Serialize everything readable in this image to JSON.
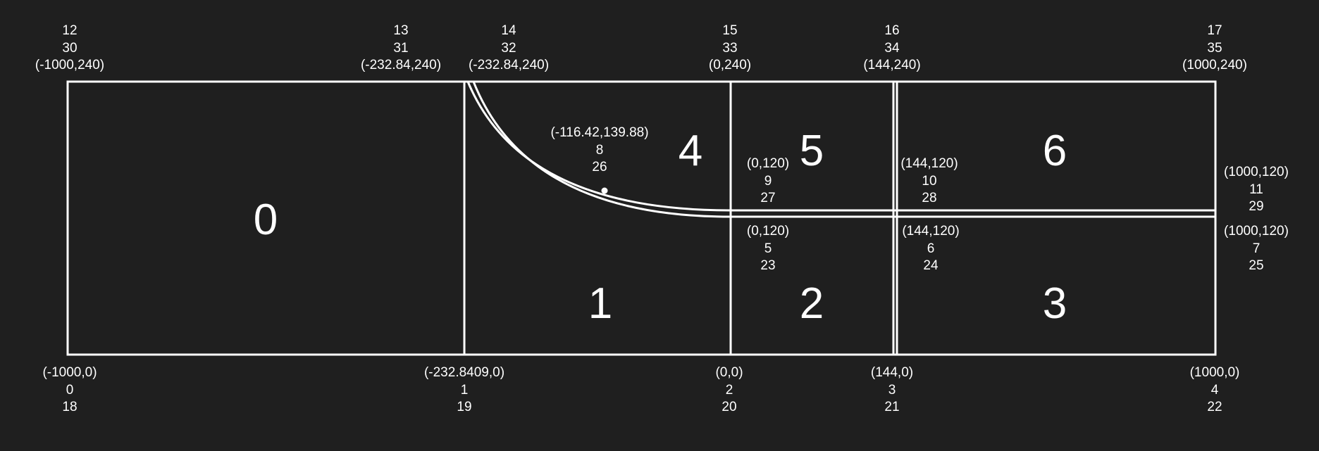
{
  "colors": {
    "background": "#1f1f1f",
    "stroke": "#ffffff",
    "text": "#ffffff"
  },
  "faces": [
    "0",
    "1",
    "2",
    "3",
    "4",
    "5",
    "6"
  ],
  "vertices": {
    "v0": [
      "(-1000,0)",
      "0",
      "18"
    ],
    "v1": [
      "(-232.8409,0)",
      "1",
      "19"
    ],
    "v2": [
      "(0,0)",
      "2",
      "20"
    ],
    "v3": [
      "(144,0)",
      "3",
      "21"
    ],
    "v4": [
      "(1000,0)",
      "4",
      "22"
    ],
    "v5": [
      "(0,120)",
      "5",
      "23"
    ],
    "v6": [
      "(144,120)",
      "6",
      "24"
    ],
    "v7": [
      "(1000,120)",
      "7",
      "25"
    ],
    "v8": [
      "(-116.42,139.88)",
      "8",
      "26"
    ],
    "v9": [
      "(0,120)",
      "9",
      "27"
    ],
    "v10": [
      "(144,120)",
      "10",
      "28"
    ],
    "v11": [
      "(1000,120)",
      "11",
      "29"
    ],
    "v12": [
      "12",
      "30",
      "(-1000,240)"
    ],
    "v13": [
      "13",
      "31",
      "(-232.84,240)"
    ],
    "v14": [
      "14",
      "32",
      "(-232.84,240)"
    ],
    "v15": [
      "15",
      "33",
      "(0,240)"
    ],
    "v16": [
      "16",
      "34",
      "(144,240)"
    ],
    "v17": [
      "17",
      "35",
      "(1000,240)"
    ]
  }
}
